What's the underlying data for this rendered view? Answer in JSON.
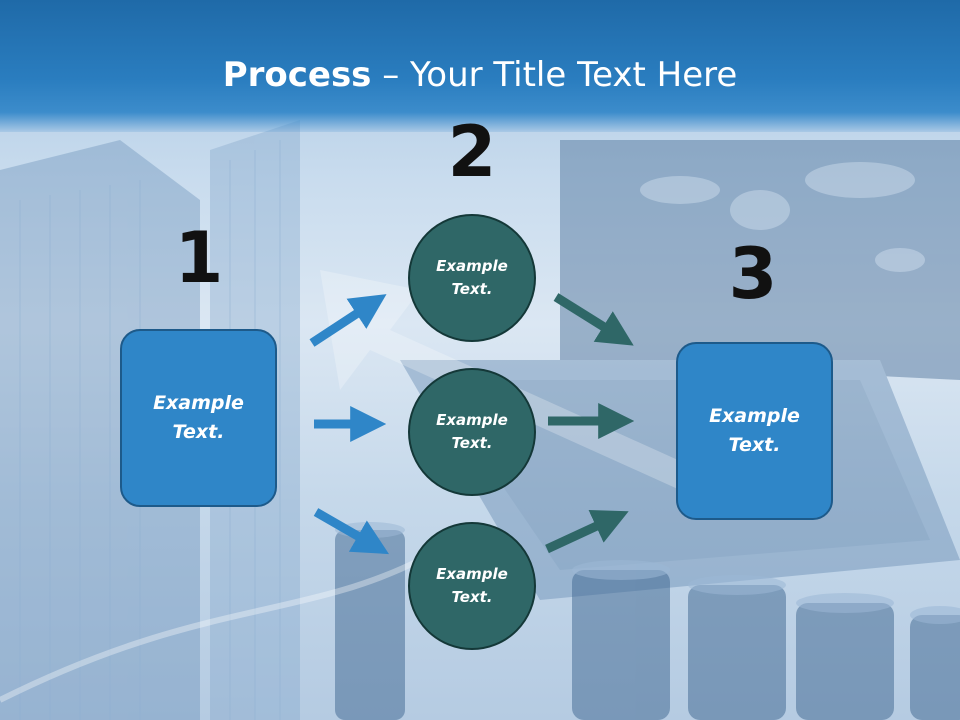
{
  "title": {
    "bold": "Process",
    "rest": " – Your Title Text Here"
  },
  "steps": {
    "one": "1",
    "two": "2",
    "three": "3"
  },
  "box_left": {
    "line1": "Example",
    "line2": "Text."
  },
  "box_right": {
    "line1": "Example",
    "line2": "Text."
  },
  "circles": [
    {
      "line1": "Example",
      "line2": "Text."
    },
    {
      "line1": "Example",
      "line2": "Text."
    },
    {
      "line1": "Example",
      "line2": "Text."
    }
  ],
  "colors": {
    "title_bar": "#2a7dbf",
    "box_fill": "#2f86c8",
    "circle_fill": "#2f6767",
    "arrow_blue": "#2f86c8",
    "arrow_teal": "#2f6767"
  }
}
